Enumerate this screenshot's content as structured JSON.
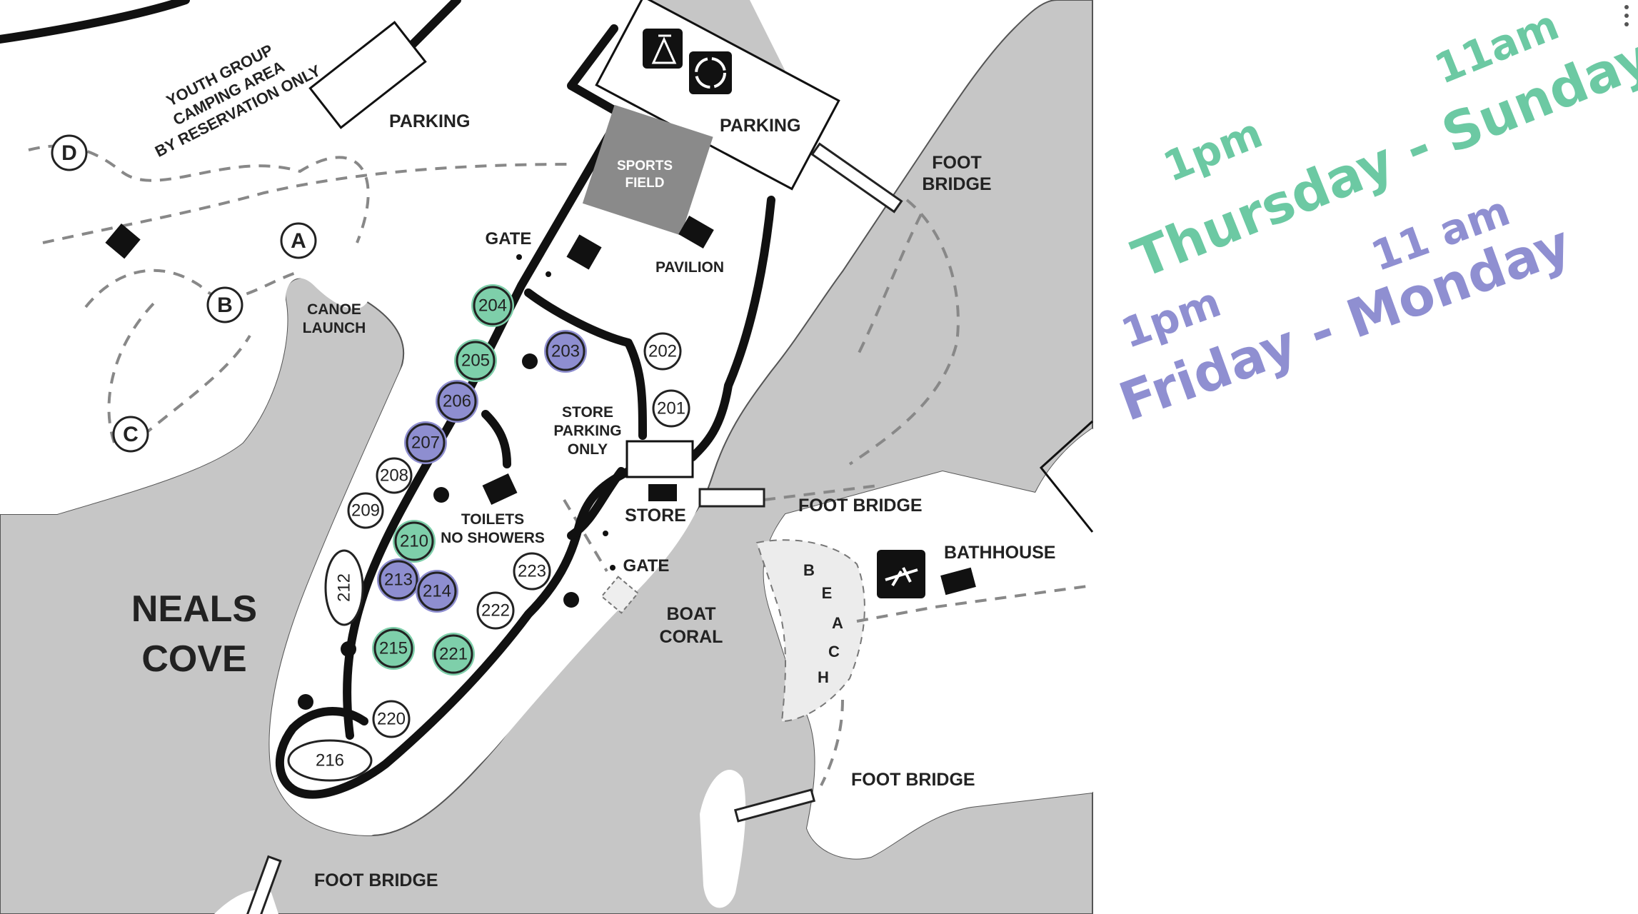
{
  "colors": {
    "water": "#c6c6c6",
    "land": "#ffffff",
    "road": "#111111",
    "trail": "#888888",
    "teal_marker": "#7ecfaa",
    "purple_marker": "#8e8ed0",
    "sports_field": "#8a8a8a"
  },
  "labels": {
    "youth_group": [
      "YOUTH GROUP",
      "CAMPING AREA",
      "BY RESERVATION ONLY"
    ],
    "parking_left": "PARKING",
    "parking_right": "PARKING",
    "sports_field": [
      "SPORTS",
      "FIELD"
    ],
    "foot_bridge_top": [
      "FOOT",
      "BRIDGE"
    ],
    "gate_top": "GATE",
    "pavilion": "PAVILION",
    "canoe_launch": [
      "CANOE",
      "LAUNCH"
    ],
    "store_parking": [
      "STORE",
      "PARKING",
      "ONLY"
    ],
    "store": "STORE",
    "foot_bridge_mid": "FOOT BRIDGE",
    "toilets": [
      "TOILETS",
      "NO SHOWERS"
    ],
    "gate_bottom": "GATE",
    "bathhouse": "BATHHOUSE",
    "beach": [
      "B",
      "E",
      "A",
      "C",
      "H"
    ],
    "neals_cove": [
      "NEALS",
      "COVE"
    ],
    "boat_coral": [
      "BOAT",
      "CORAL"
    ],
    "foot_bridge_right": "FOOT BRIDGE",
    "foot_bridge_bottom": "FOOT BRIDGE"
  },
  "group_sites": [
    "D",
    "A",
    "B",
    "C"
  ],
  "campsites": [
    {
      "id": "204",
      "highlight": "teal"
    },
    {
      "id": "205",
      "highlight": "teal"
    },
    {
      "id": "203",
      "highlight": "purple"
    },
    {
      "id": "202",
      "highlight": "none"
    },
    {
      "id": "206",
      "highlight": "purple"
    },
    {
      "id": "201",
      "highlight": "none"
    },
    {
      "id": "207",
      "highlight": "purple"
    },
    {
      "id": "208",
      "highlight": "none"
    },
    {
      "id": "209",
      "highlight": "none"
    },
    {
      "id": "210",
      "highlight": "teal"
    },
    {
      "id": "212",
      "highlight": "none"
    },
    {
      "id": "213",
      "highlight": "purple"
    },
    {
      "id": "214",
      "highlight": "purple"
    },
    {
      "id": "223",
      "highlight": "none"
    },
    {
      "id": "222",
      "highlight": "none"
    },
    {
      "id": "215",
      "highlight": "teal"
    },
    {
      "id": "221",
      "highlight": "teal"
    },
    {
      "id": "220",
      "highlight": "none"
    },
    {
      "id": "216",
      "highlight": "none"
    }
  ],
  "icons": [
    "trash-icon",
    "recycling-icon",
    "playground-icon"
  ],
  "annotations": {
    "teal": {
      "time_left": "1pm",
      "time_right": "11am",
      "days": "Thursday - Sunday",
      "color": "#6cc9a3"
    },
    "purple": {
      "time_left": "1pm",
      "time_right": "11 am",
      "days": "Friday - Monday",
      "color": "#8f8fd1"
    }
  }
}
